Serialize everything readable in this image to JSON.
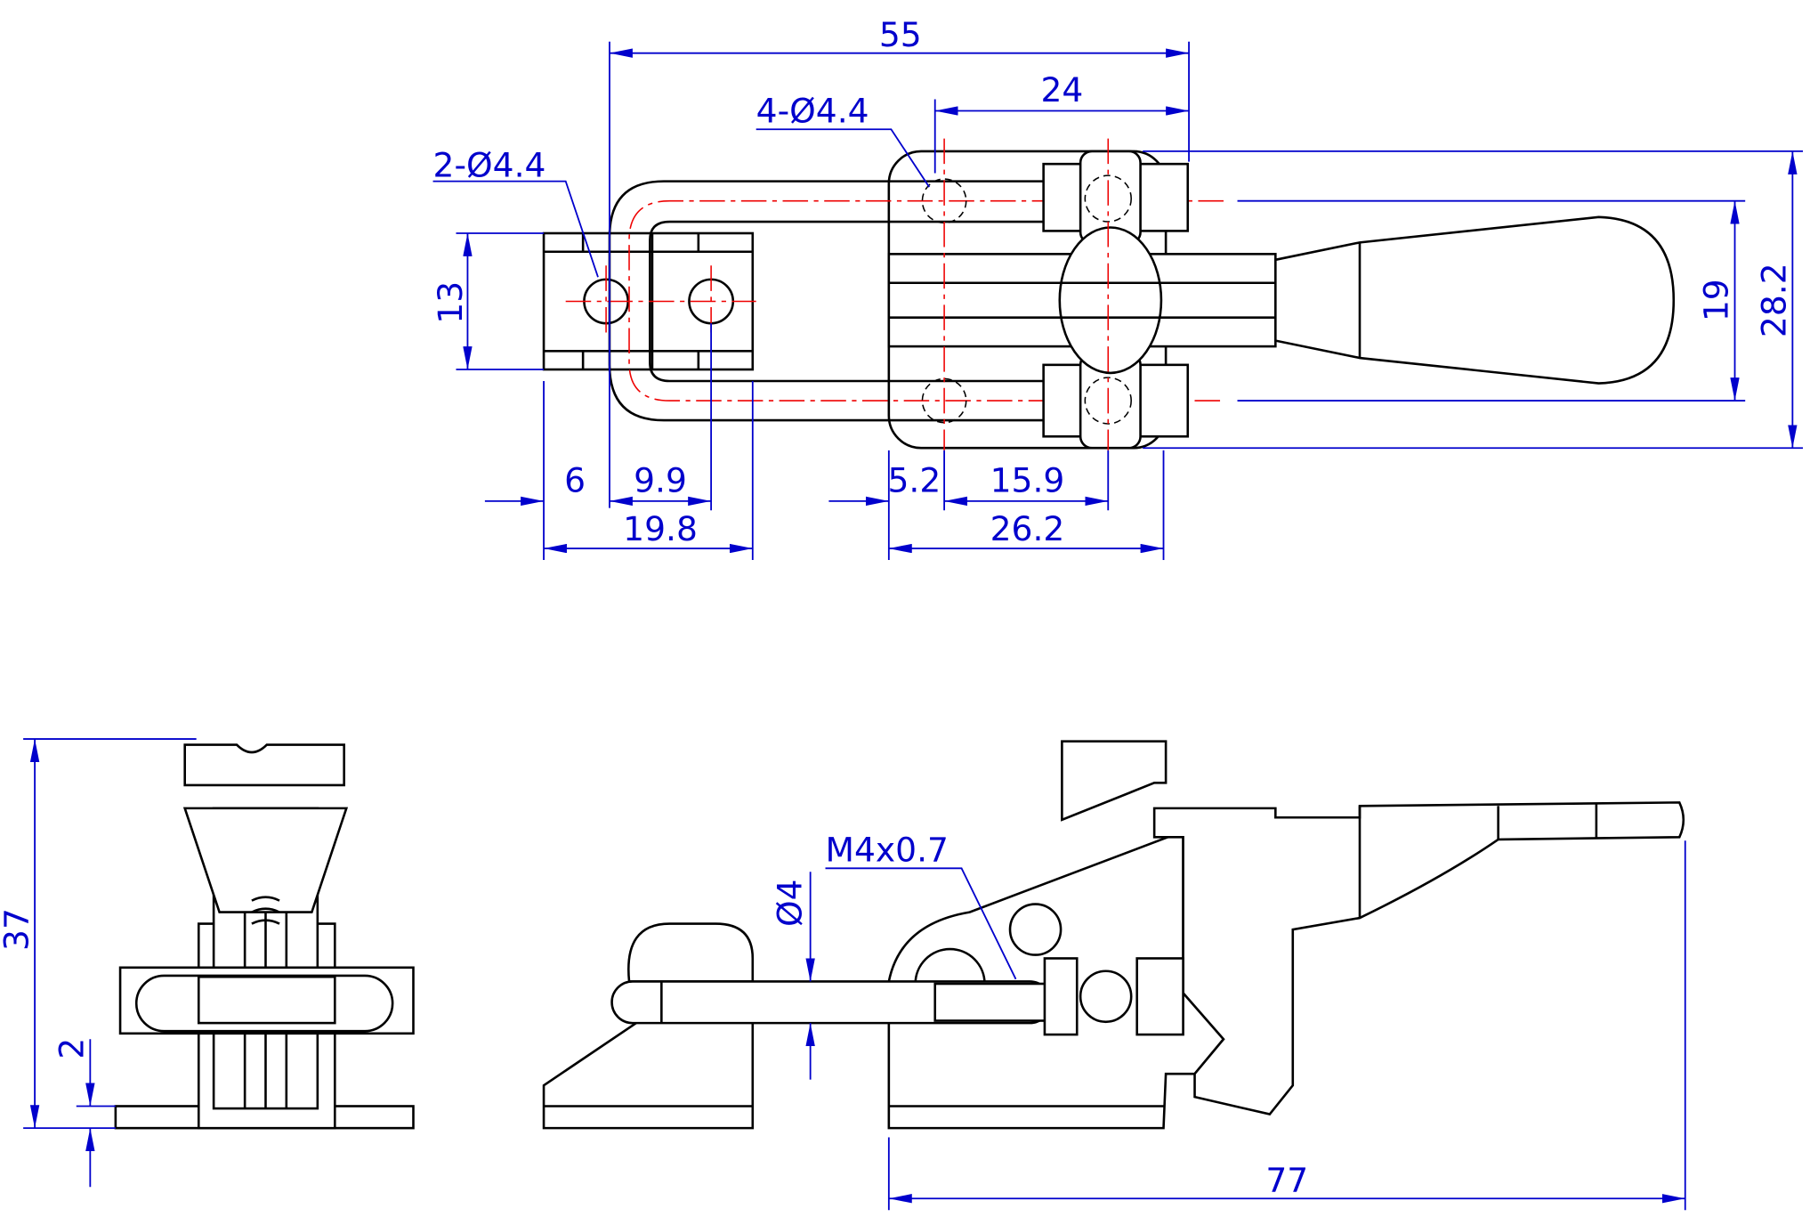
{
  "drawing": {
    "top_view": {
      "dims": {
        "overall_length": "55",
        "hole_spacing_body": "24",
        "body_holes": "4-Ø4.4",
        "plate_holes": "2-Ø4.4",
        "plate_width": "13",
        "plate_edge_to_hole": "6",
        "plate_hole_pitch": "9.9",
        "plate_length": "19.8",
        "body_edge_to_hole": "5.2",
        "body_hole_pitch": "15.9",
        "body_length": "26.2",
        "body_hole_spacing_y": "19",
        "overall_width": "28.2"
      }
    },
    "end_view": {
      "dims": {
        "height": "37",
        "plate_thickness": "2"
      }
    },
    "side_view": {
      "dims": {
        "thread": "M4x0.7",
        "rod_diameter": "Ø4",
        "overall_length": "77"
      }
    }
  }
}
